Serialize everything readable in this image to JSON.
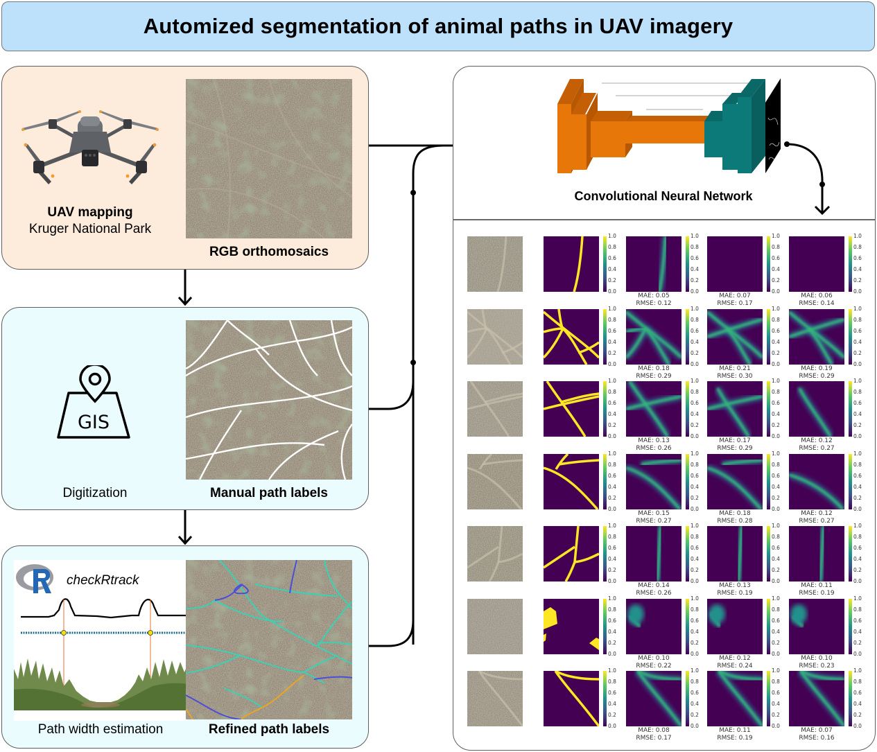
{
  "title": "Automized segmentation of animal paths in UAV imagery",
  "panels": {
    "uav": {
      "heading": "UAV mapping",
      "subheading": "Kruger National Park",
      "image_caption": "RGB orthomosaics",
      "icon": "drone-icon"
    },
    "digitization": {
      "caption": "Digitization",
      "image_caption": "Manual path labels",
      "icon": "gis-map-pin-icon",
      "icon_text": "GIS"
    },
    "refined": {
      "tool_name": "checkRtrack",
      "caption": "Path width estimation",
      "image_caption": "Refined path labels",
      "icon": "r-logo-icon"
    },
    "cnn": {
      "caption": "Convolutional Neural Network",
      "encoder_color": "#e8770a",
      "decoder_color": "#0b7a78"
    }
  },
  "colors": {
    "uav_panel_bg": "#fdebdb",
    "light_panel_bg": "#ebfcfe",
    "title_bg": "#bde0fb",
    "path_label_yellow": "#fde725",
    "viridis_low": "#440154",
    "refined_path_teal": "#3ad1b5",
    "refined_path_blue": "#4b4fd8",
    "refined_path_orange": "#e8a628"
  },
  "results_grid": {
    "colorbar_ticks": [
      "1.0",
      "0.8",
      "0.6",
      "0.4",
      "0.2",
      "0.0"
    ],
    "rows": [
      {
        "predictions": [
          {
            "mae": "0.05",
            "rmse": "0.12"
          },
          {
            "mae": "0.07",
            "rmse": "0.17"
          },
          {
            "mae": "0.06",
            "rmse": "0.14"
          }
        ]
      },
      {
        "predictions": [
          {
            "mae": "0.18",
            "rmse": "0.29"
          },
          {
            "mae": "0.21",
            "rmse": "0.30"
          },
          {
            "mae": "0.19",
            "rmse": "0.29"
          }
        ]
      },
      {
        "predictions": [
          {
            "mae": "0.13",
            "rmse": "0.26"
          },
          {
            "mae": "0.17",
            "rmse": "0.29"
          },
          {
            "mae": "0.12",
            "rmse": "0.27"
          }
        ]
      },
      {
        "predictions": [
          {
            "mae": "0.15",
            "rmse": "0.27"
          },
          {
            "mae": "0.18",
            "rmse": "0.28"
          },
          {
            "mae": "0.12",
            "rmse": "0.27"
          }
        ]
      },
      {
        "predictions": [
          {
            "mae": "0.14",
            "rmse": "0.26"
          },
          {
            "mae": "0.13",
            "rmse": "0.19"
          },
          {
            "mae": "0.11",
            "rmse": "0.19"
          }
        ]
      },
      {
        "predictions": [
          {
            "mae": "0.10",
            "rmse": "0.22"
          },
          {
            "mae": "0.12",
            "rmse": "0.24"
          },
          {
            "mae": "0.10",
            "rmse": "0.23"
          }
        ]
      },
      {
        "predictions": [
          {
            "mae": "0.08",
            "rmse": "0.17"
          },
          {
            "mae": "0.11",
            "rmse": "0.19"
          },
          {
            "mae": "0.07",
            "rmse": "0.16"
          }
        ]
      }
    ]
  }
}
